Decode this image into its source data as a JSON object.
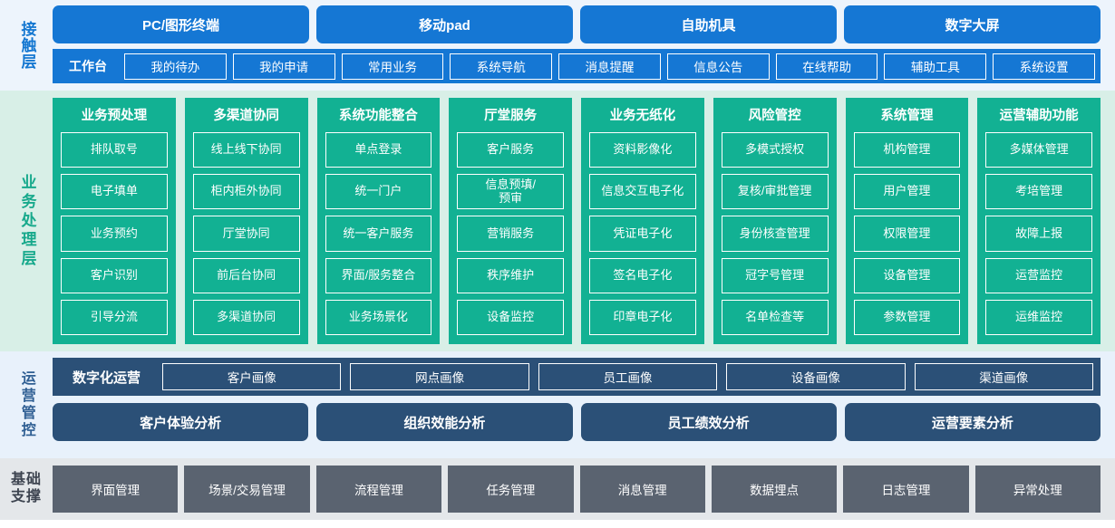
{
  "layers": [
    {
      "id": "contact",
      "label": "接触层",
      "channels": [
        "PC/图形终端",
        "移动pad",
        "自助机具",
        "数字大屏"
      ],
      "workbench_title": "工作台",
      "workbench_items": [
        "我的待办",
        "我的申请",
        "常用业务",
        "系统导航",
        "消息提醒",
        "信息公告",
        "在线帮助",
        "辅助工具",
        "系统设置"
      ]
    },
    {
      "id": "business",
      "label": "业务处理层",
      "columns": [
        {
          "title": "业务预处理",
          "items": [
            "排队取号",
            "电子填单",
            "业务预约",
            "客户识别",
            "引导分流"
          ]
        },
        {
          "title": "多渠道协同",
          "items": [
            "线上线下协同",
            "柜内柜外协同",
            "厅堂协同",
            "前后台协同",
            "多渠道协同"
          ]
        },
        {
          "title": "系统功能整合",
          "items": [
            "单点登录",
            "统一门户",
            "统一客户服务",
            "界面/服务整合",
            "业务场景化"
          ]
        },
        {
          "title": "厅堂服务",
          "items": [
            "客户服务",
            "信息预填/\n预审",
            "营销服务",
            "秩序维护",
            "设备监控"
          ]
        },
        {
          "title": "业务无纸化",
          "items": [
            "资料影像化",
            "信息交互电子化",
            "凭证电子化",
            "签名电子化",
            "印章电子化"
          ]
        },
        {
          "title": "风险管控",
          "items": [
            "多模式授权",
            "复核/审批管理",
            "身份核查管理",
            "冠字号管理",
            "名单检查等"
          ]
        },
        {
          "title": "系统管理",
          "items": [
            "机构管理",
            "用户管理",
            "权限管理",
            "设备管理",
            "参数管理"
          ]
        },
        {
          "title": "运营辅助功能",
          "items": [
            "多媒体管理",
            "考培管理",
            "故障上报",
            "运营监控",
            "运维监控"
          ]
        }
      ]
    },
    {
      "id": "operation",
      "label": "运营管控",
      "digital_title": "数字化运营",
      "portraits": [
        "客户画像",
        "网点画像",
        "员工画像",
        "设备画像",
        "渠道画像"
      ],
      "analyses": [
        "客户体验分析",
        "组织效能分析",
        "员工绩效分析",
        "运营要素分析"
      ]
    },
    {
      "id": "foundation",
      "label_lines": [
        "基础",
        "支撑"
      ],
      "items": [
        "界面管理",
        "场景/交易管理",
        "流程管理",
        "任务管理",
        "消息管理",
        "数据埋点",
        "日志管理",
        "异常处理"
      ]
    }
  ],
  "colors": {
    "contact_band_bg": "#edf4fc",
    "contact_blue": "#1577d4",
    "business_band_bg": "#d8efe7",
    "business_teal": "#12b193",
    "operation_band_bg": "#e8f1fb",
    "operation_navy": "#2b5077",
    "foundation_band_bg": "#e4e7ea",
    "foundation_slate": "#5a6370",
    "white": "#ffffff"
  }
}
